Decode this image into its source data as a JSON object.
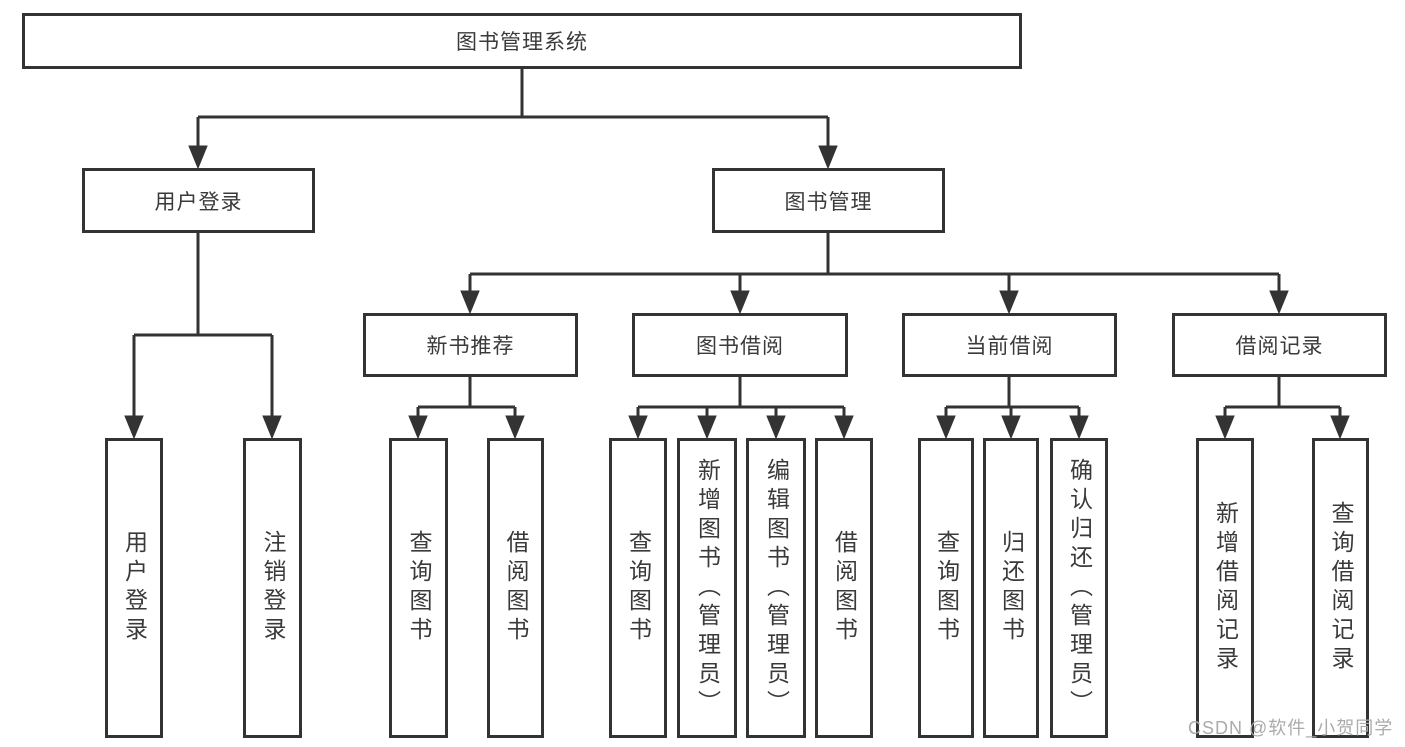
{
  "diagram_title": "图书管理系统",
  "tree": {
    "label": "图书管理系统",
    "children": [
      {
        "label": "用户登录",
        "children": [
          {
            "label": "用户登录"
          },
          {
            "label": "注销登录"
          }
        ]
      },
      {
        "label": "图书管理",
        "children": [
          {
            "label": "新书推荐",
            "children": [
              {
                "label": "查询图书"
              },
              {
                "label": "借阅图书"
              }
            ]
          },
          {
            "label": "图书借阅",
            "children": [
              {
                "label": "查询图书"
              },
              {
                "label": "新增图书（管理员）"
              },
              {
                "label": "编辑图书（管理员）"
              },
              {
                "label": "借阅图书"
              }
            ]
          },
          {
            "label": "当前借阅",
            "children": [
              {
                "label": "查询图书"
              },
              {
                "label": "归还图书"
              },
              {
                "label": "确认归还（管理员）"
              }
            ]
          },
          {
            "label": "借阅记录",
            "children": [
              {
                "label": "新增借阅记录"
              },
              {
                "label": "查询借阅记录"
              }
            ]
          }
        ]
      }
    ]
  },
  "watermark": {
    "text": "CSDN @软件_小贺同学"
  },
  "colors": {
    "line": "#333333",
    "text": "#3a3a3a",
    "background": "#ffffff",
    "watermark_color": "#ababab"
  }
}
